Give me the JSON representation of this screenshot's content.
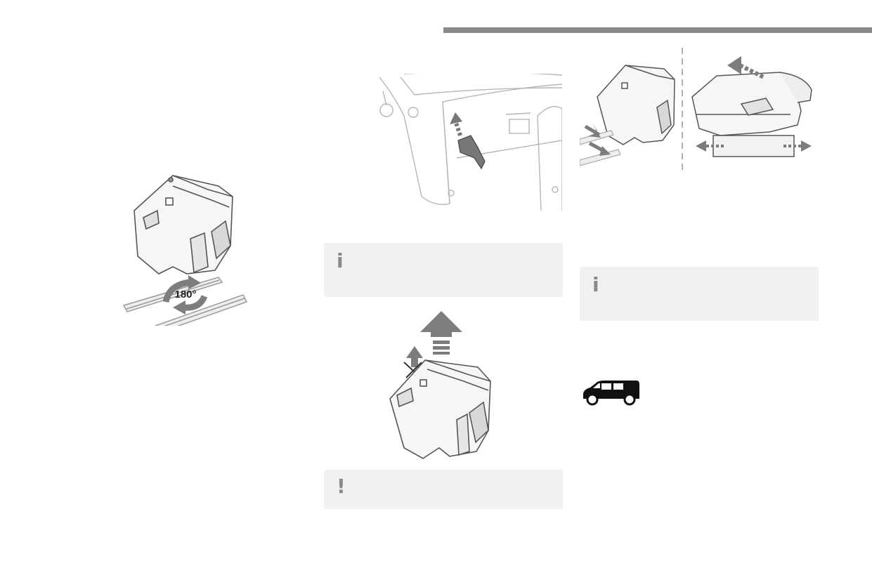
{
  "colors": {
    "header_bar": "#8a8a8a",
    "note_background": "#f1f1f1",
    "note_icon": "#8a8a8a",
    "illustration_line": "#555555",
    "arrow_gray": "#7d7d7d"
  },
  "figures": {
    "seat_rotate": {
      "rotation_label": "180°",
      "icon": "rotate-arrows-icon"
    },
    "interior_lever": {
      "icon": "lever-pull-arrow-icon"
    },
    "seat_lift": {
      "icon": "lift-up-arrow-icon"
    },
    "seat_slide": {
      "icon": "slide-arrows-icon"
    }
  },
  "notes": [
    {
      "type": "info",
      "icon_glyph": "i"
    },
    {
      "type": "warning",
      "icon_glyph": "!"
    },
    {
      "type": "info",
      "icon_glyph": "i"
    }
  ],
  "vehicle_badge": {
    "icon": "van-icon"
  }
}
